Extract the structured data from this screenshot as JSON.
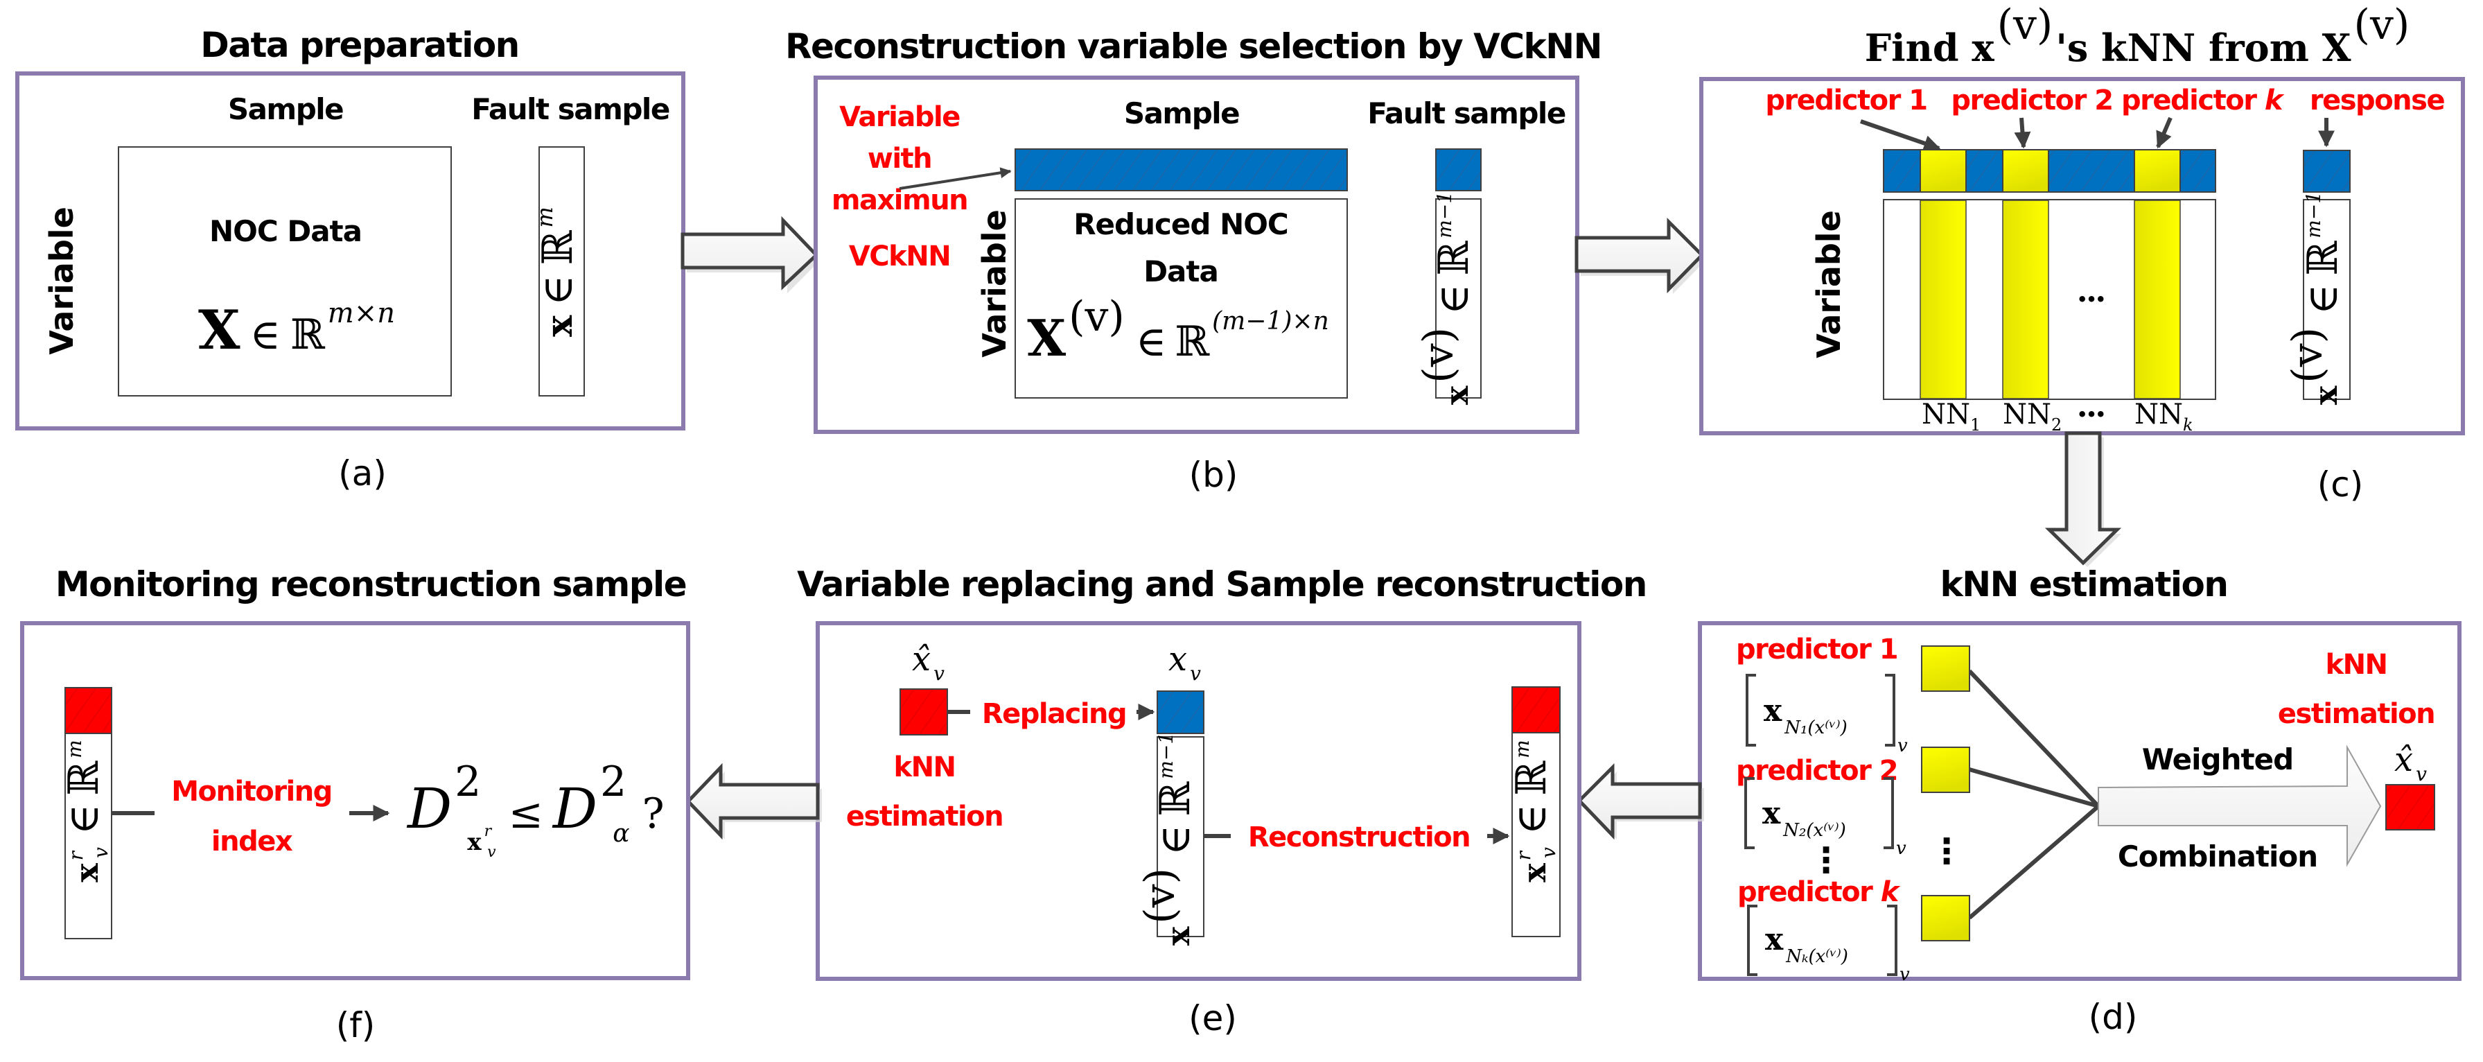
{
  "colors": {
    "panel_border": "#8b7aad",
    "blue": "#0070c0",
    "red": "#ff0000",
    "yellow": "#ffff00",
    "annotation_red": "#ff0000",
    "arrow_stroke": "#404040"
  },
  "panels": {
    "a": {
      "title": "Data preparation",
      "sample_label": "Sample",
      "fault_sample_label": "Fault sample",
      "variable_label": "Variable",
      "matrix_label": "NOC Data",
      "matrix_formula": {
        "sym": "X",
        "in": "∈",
        "set": "ℝ",
        "sup": "m×n"
      },
      "vector_formula": {
        "sym": "x",
        "in": "∈",
        "set": "ℝ",
        "sup": "m"
      },
      "caption": "(a)"
    },
    "b": {
      "title": "Reconstruction variable selection by VCkNN",
      "annotation_lines": [
        "Variable",
        "with",
        "maximun",
        "VCkNN"
      ],
      "sample_label": "Sample",
      "fault_sample_label": "Fault sample",
      "variable_label": "Variable",
      "matrix_label_lines": [
        "Reduced NOC",
        "Data"
      ],
      "matrix_formula": {
        "sym": "X",
        "sup_sym": "(v)",
        "in": "∈",
        "set": "ℝ",
        "sup": "(m−1)×n"
      },
      "vector_formula": {
        "sym": "x",
        "sup_sym": "(v)",
        "in": "∈",
        "set": "ℝ",
        "sup": "m−1"
      },
      "caption": "(b)"
    },
    "c": {
      "title": {
        "part1": "Find x",
        "sup1": "(v)",
        "part2": "'s kNN from X",
        "sup2": "(v)"
      },
      "labels": {
        "predictor_1": "predictor 1",
        "predictor_2": "predictor 2",
        "predictor_k_prefix": "predictor ",
        "predictor_k_var": "k",
        "response": "response"
      },
      "variable_label": "Variable",
      "ellipsis": "•••",
      "nn_labels": [
        {
          "base": "NN",
          "sub": "1"
        },
        {
          "base": "NN",
          "sub": "2"
        },
        {
          "base": "•••",
          "sub": ""
        },
        {
          "base": "NN",
          "sub": "k"
        }
      ],
      "vector_formula": {
        "sym": "x",
        "sup_sym": "(v)",
        "in": "∈",
        "set": "ℝ",
        "sup": "m−1"
      },
      "caption": "(c)"
    },
    "d": {
      "title": "kNN estimation",
      "predictors": [
        {
          "label": "predictor 1",
          "num": "1",
          "sub": "N₁(x⁽ᵛ⁾)"
        },
        {
          "label": "predictor 2",
          "num": "2",
          "sub": "N₂(x⁽ᵛ⁾)"
        },
        {
          "label": "predictor k",
          "num": "k",
          "sub": "Nₖ(x⁽ᵛ⁾)"
        }
      ],
      "bracket_symbol": "x",
      "bracket_outer_sub": "v",
      "vertical_ellipsis": "⋮",
      "arrow_label_top": "Weighted",
      "arrow_label_bottom": "Combination",
      "estimate_label_lines": [
        "kNN",
        "estimation"
      ],
      "estimate_symbol": {
        "sym": "x̂",
        "sub": "v"
      },
      "caption": "(d)"
    },
    "e": {
      "title": "Variable replacing and Sample reconstruction",
      "estimate_symbol": {
        "sym": "x̂",
        "sub": "v"
      },
      "original_symbol": {
        "sym": "x",
        "sub": "v"
      },
      "replacing_label": "Replacing",
      "estimate_label_lines": [
        "kNN",
        "estimation"
      ],
      "reconstruction_label": "Reconstruction",
      "vector_formula": {
        "sym": "x",
        "sup_sym": "(v)",
        "in": "∈",
        "set": "ℝ",
        "sup": "m−1"
      },
      "recon_formula": {
        "sym": "x",
        "sup_sym": "r",
        "sub_sym": "v",
        "in": "∈",
        "set": "ℝ",
        "sup": "m"
      },
      "caption": "(e)"
    },
    "f": {
      "title": "Monitoring reconstruction sample",
      "recon_formula": {
        "sym": "x",
        "sup_sym": "r",
        "sub_sym": "v",
        "in": "∈",
        "set": "ℝ",
        "sup": "m"
      },
      "index_label_lines": [
        "Monitoring",
        "index"
      ],
      "test": {
        "lhs": "D",
        "lhs_sup": "2",
        "lhs_sub": "x",
        "lhs_sub_sup": "r",
        "lhs_sub_sub": "v",
        "op": "≤",
        "rhs": "D",
        "rhs_sup": "2",
        "rhs_sub": "α",
        "q": "?"
      },
      "caption": "(f)"
    }
  }
}
